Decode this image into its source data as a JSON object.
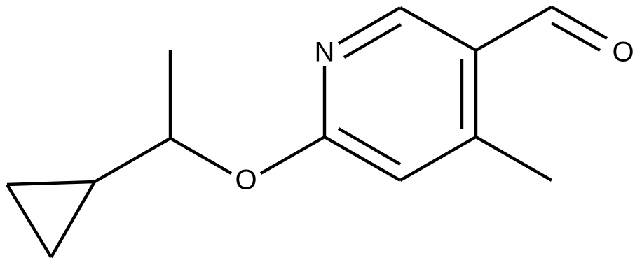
{
  "molecule": {
    "atoms": {
      "nitrogen": "N",
      "ether_oxygen": "O",
      "carbonyl_oxygen": "O"
    },
    "colors": {
      "bond": "#000000",
      "label": "#000000",
      "background": "#ffffff"
    }
  }
}
